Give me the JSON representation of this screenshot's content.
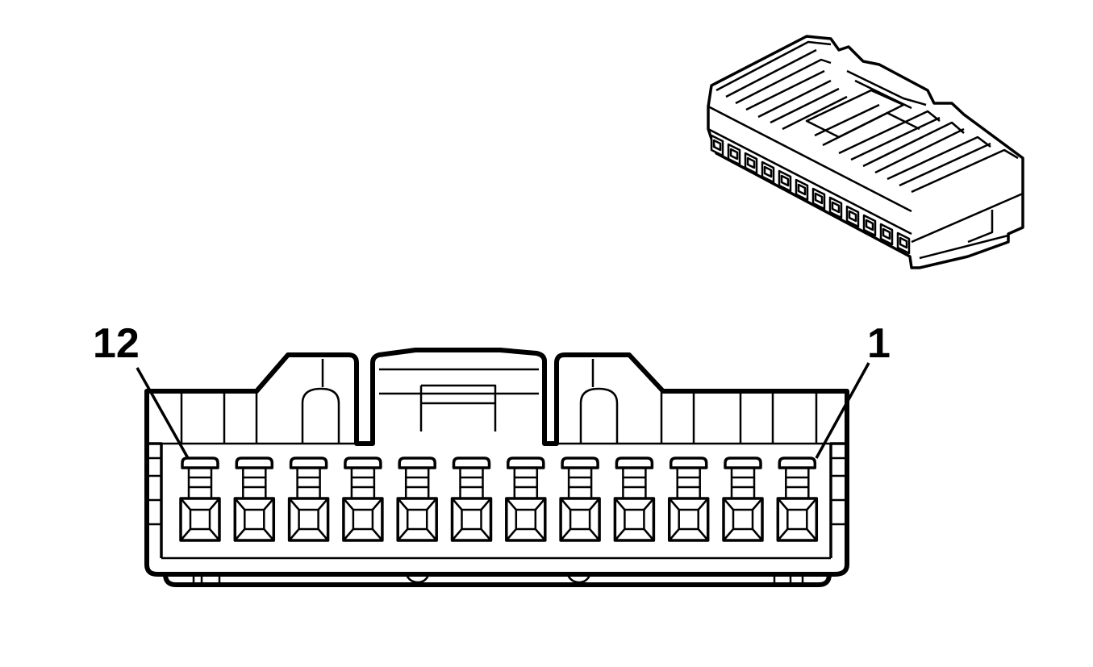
{
  "labels": {
    "left_pin": "12",
    "right_pin": "1"
  },
  "connector": {
    "cavity_count": 12
  }
}
